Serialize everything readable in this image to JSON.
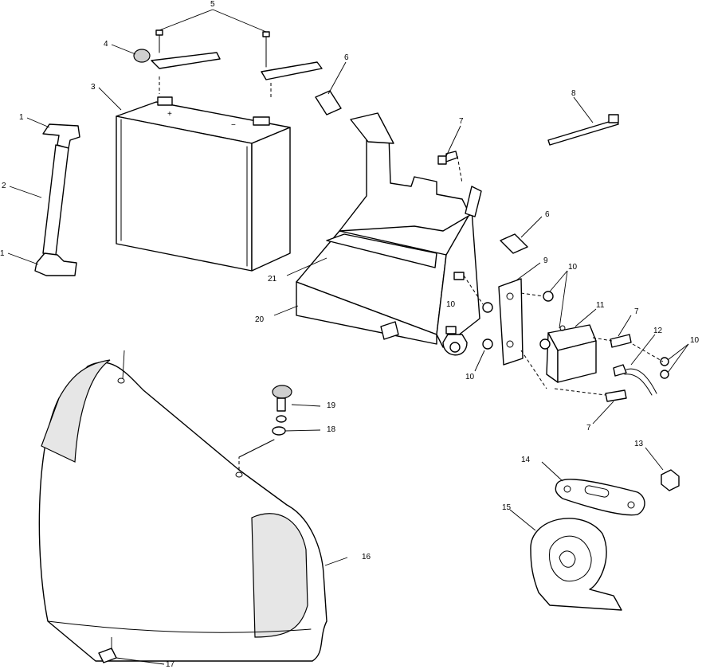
{
  "callouts": [
    {
      "id": "c5",
      "text": "5"
    },
    {
      "id": "c4",
      "text": "4"
    },
    {
      "id": "c6a",
      "text": "6"
    },
    {
      "id": "c3",
      "text": "3"
    },
    {
      "id": "c1a",
      "text": "1"
    },
    {
      "id": "c2",
      "text": "2"
    },
    {
      "id": "c1b",
      "text": "1"
    },
    {
      "id": "c7a",
      "text": "7"
    },
    {
      "id": "c8",
      "text": "8"
    },
    {
      "id": "c6b",
      "text": "6"
    },
    {
      "id": "c9",
      "text": "9"
    },
    {
      "id": "c10a",
      "text": "10"
    },
    {
      "id": "c21",
      "text": "21"
    },
    {
      "id": "c20",
      "text": "20"
    },
    {
      "id": "c11",
      "text": "11"
    },
    {
      "id": "c7b",
      "text": "7"
    },
    {
      "id": "c12",
      "text": "12"
    },
    {
      "id": "c10b",
      "text": "10"
    },
    {
      "id": "c10c",
      "text": "10"
    },
    {
      "id": "c7c",
      "text": "7"
    },
    {
      "id": "c19",
      "text": "19"
    },
    {
      "id": "c18",
      "text": "18"
    },
    {
      "id": "c16",
      "text": "16"
    },
    {
      "id": "c13",
      "text": "13"
    },
    {
      "id": "c14",
      "text": "14"
    },
    {
      "id": "c15",
      "text": "15"
    },
    {
      "id": "c17",
      "text": "17"
    },
    {
      "id": "c10d",
      "text": "10"
    }
  ],
  "battery_marks": {
    "plus": "+",
    "minus": "−"
  },
  "parts": {
    "battery": "battery",
    "battery_strap": "battery-strap",
    "battery_box": "battery-box",
    "bracket": "mounting-bracket",
    "horn": "horn",
    "cover": "front-cover",
    "relay": "relay",
    "cable_tie": "cable-tie"
  }
}
